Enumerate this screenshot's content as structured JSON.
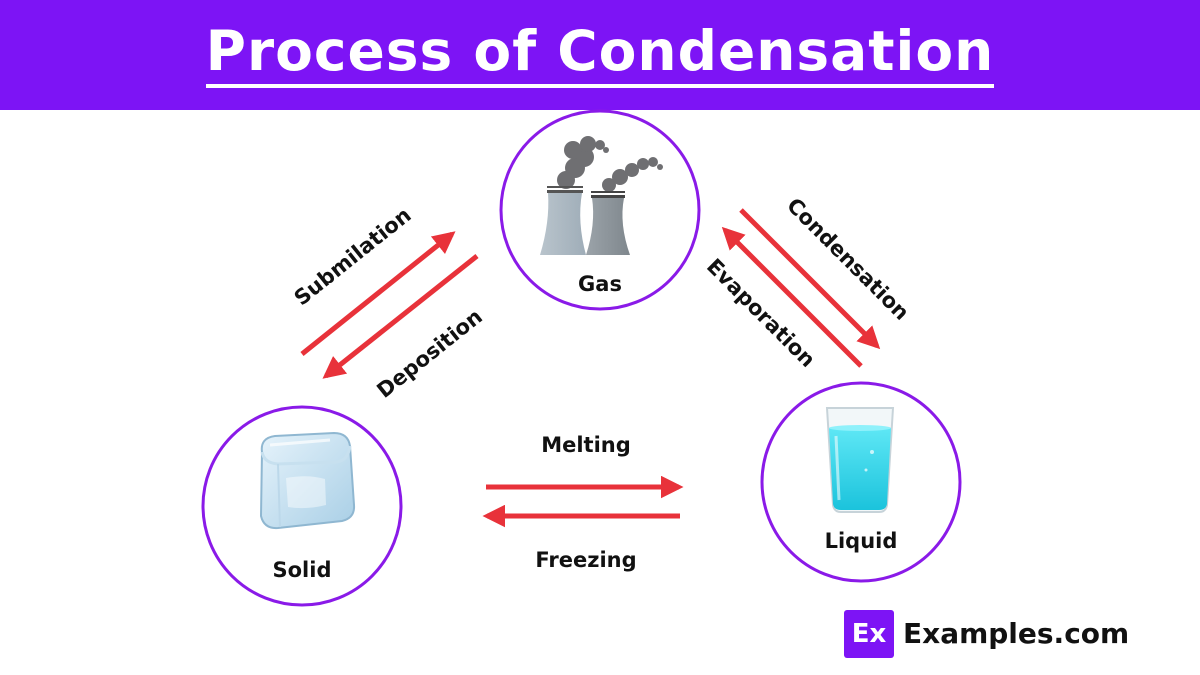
{
  "header": {
    "title": "Process of Condensation",
    "background": "#7d14f5"
  },
  "states": {
    "gas": {
      "label": "Gas",
      "icon": "factory-smoke-icon"
    },
    "solid": {
      "label": "Solid",
      "icon": "ice-cube-icon"
    },
    "liquid": {
      "label": "Liquid",
      "icon": "water-glass-icon"
    }
  },
  "processes": {
    "sublimation": "Submilation",
    "deposition": "Deposition",
    "condensation": "Condensation",
    "evaporation": "Evaporation",
    "melting": "Melting",
    "freezing": "Freezing"
  },
  "colors": {
    "circle_stroke": "#8a1ae8",
    "arrow": "#e8323a"
  },
  "brand": {
    "logo": "Ex",
    "name": "Examples.com"
  }
}
